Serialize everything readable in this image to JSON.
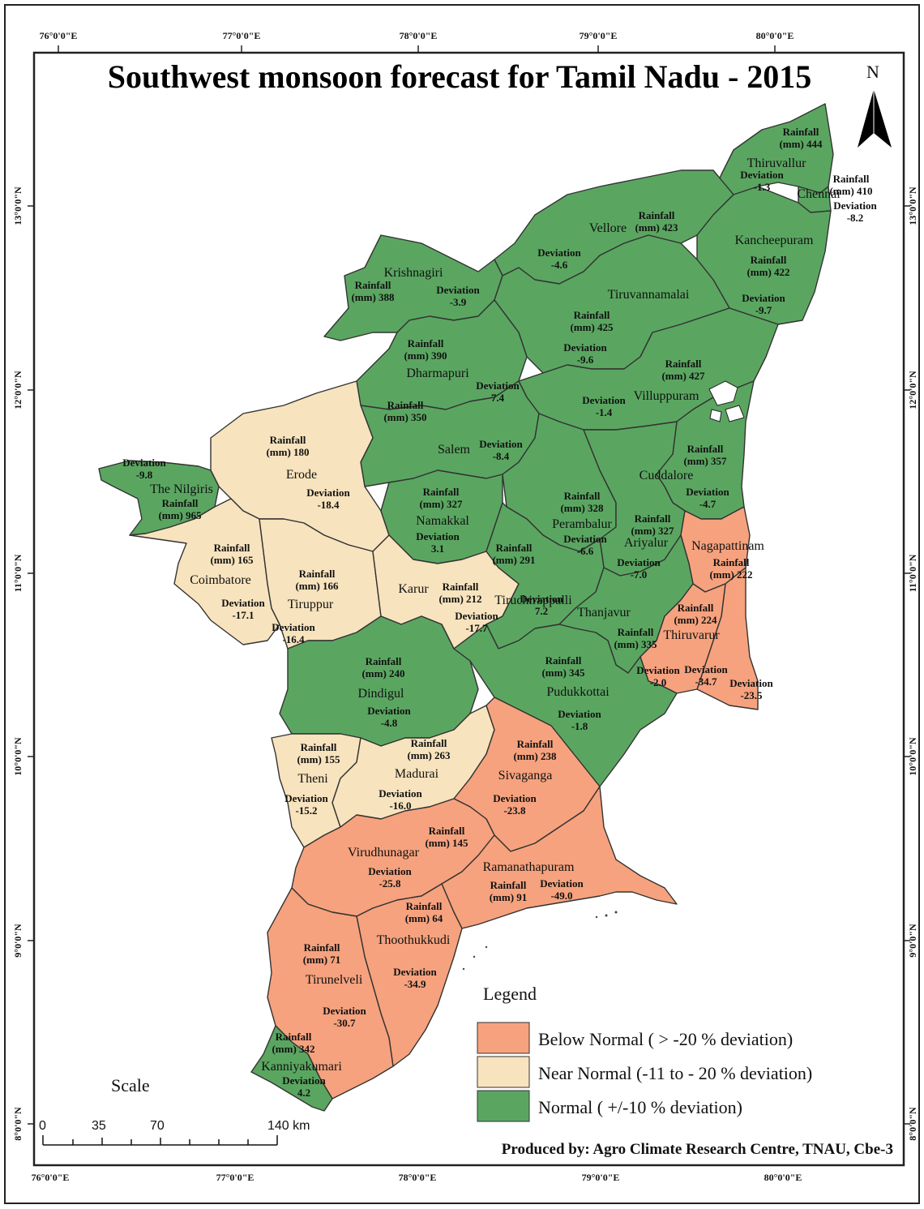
{
  "title": "Southwest monsoon forecast for Tamil Nadu - 2015",
  "north_label": "N",
  "colors": {
    "below": "#f6a27e",
    "near": "#f7e3bd",
    "normal": "#5aa661",
    "border": "#333333"
  },
  "graticule": {
    "lon_top": [
      "76°0'0\"E",
      "77°0'0\"E",
      "78°0'0\"E",
      "79°0'0\"E",
      "80°0'0\"E"
    ],
    "lon_bottom": [
      "76°0'0\"E",
      "77°0'0\"E",
      "78°0'0\"E",
      "79°0'0\"E",
      "80°0'0\"E"
    ],
    "lat": [
      "13°0'0\"N",
      "12°0'0\"N",
      "11°0'0\"N",
      "10°0'0\"N",
      "9°0'0\"N",
      "8°0'0\"N"
    ]
  },
  "districts": [
    {
      "name": "Thiruvallur",
      "rain": "444",
      "dev": "-1.3",
      "cat": "normal"
    },
    {
      "name": "Chennai",
      "rain": "410",
      "dev": "-8.2",
      "cat": "normal"
    },
    {
      "name": "Vellore",
      "rain": "423",
      "dev": "-4.6",
      "cat": "normal"
    },
    {
      "name": "Kancheepuram",
      "rain": "422",
      "dev": "-9.7",
      "cat": "normal"
    },
    {
      "name": "Krishnagiri",
      "rain": "388",
      "dev": "-3.9",
      "cat": "normal"
    },
    {
      "name": "Tiruvannamalai",
      "rain": "425",
      "dev": "-9.6",
      "cat": "normal"
    },
    {
      "name": "Dharmapuri",
      "rain": "390",
      "dev": "7.4",
      "cat": "normal"
    },
    {
      "name": "Villuppuram",
      "rain": "427",
      "dev": "-1.4",
      "cat": "normal"
    },
    {
      "name": "Salem",
      "rain": "350",
      "dev": "-8.4",
      "cat": "normal"
    },
    {
      "name": "Erode",
      "rain": "180",
      "dev": "-18.4",
      "cat": "near"
    },
    {
      "name": "The Nilgiris",
      "rain": "965",
      "dev": "-9.8",
      "cat": "normal"
    },
    {
      "name": "Cuddalore",
      "rain": "357",
      "dev": "-4.7",
      "cat": "normal"
    },
    {
      "name": "Namakkal",
      "rain": "327",
      "dev": "3.1",
      "cat": "normal"
    },
    {
      "name": "Perambalur",
      "rain": "328",
      "dev": "-6.6",
      "cat": "normal"
    },
    {
      "name": "Ariyalur",
      "rain": "327",
      "dev": "-7.0",
      "cat": "normal"
    },
    {
      "name": "Nagapattinam",
      "rain": "222",
      "dev": "-23.5",
      "cat": "below"
    },
    {
      "name": "Coimbatore",
      "rain": "165",
      "dev": "-17.1",
      "cat": "near"
    },
    {
      "name": "Tiruppur",
      "rain": "166",
      "dev": "-16.4",
      "cat": "near"
    },
    {
      "name": "Karur",
      "rain": "212",
      "dev": "-17.7",
      "cat": "near"
    },
    {
      "name": "Tiruchirappalli",
      "rain": "291",
      "dev": "7.2",
      "cat": "normal"
    },
    {
      "name": "Thanjavur",
      "rain": "335",
      "dev": "-2.0",
      "cat": "normal"
    },
    {
      "name": "Thiruvarur",
      "rain": "224",
      "dev": "-34.7",
      "cat": "below"
    },
    {
      "name": "Dindigul",
      "rain": "240",
      "dev": "-4.8",
      "cat": "normal"
    },
    {
      "name": "Pudukkottai",
      "rain": "345",
      "dev": "-1.8",
      "cat": "normal"
    },
    {
      "name": "Theni",
      "rain": "155",
      "dev": "-15.2",
      "cat": "near"
    },
    {
      "name": "Madurai",
      "rain": "263",
      "dev": "-16.0",
      "cat": "near"
    },
    {
      "name": "Sivaganga",
      "rain": "238",
      "dev": "-23.8",
      "cat": "below"
    },
    {
      "name": "Virudhunagar",
      "rain": "145",
      "dev": "-25.8",
      "cat": "below"
    },
    {
      "name": "Ramanathapuram",
      "rain": "91",
      "dev": "-49.0",
      "cat": "below"
    },
    {
      "name": "Thoothukkudi",
      "rain": "64",
      "dev": "-34.9",
      "cat": "below"
    },
    {
      "name": "Tirunelveli",
      "rain": "71",
      "dev": "-30.7",
      "cat": "below"
    },
    {
      "name": "Kanniyakumari",
      "rain": "342",
      "dev": "4.2",
      "cat": "normal"
    }
  ],
  "labels": {
    "rainfall_word": "Rainfall",
    "mm_prefix": "(mm)",
    "deviation_word": "Deviation"
  },
  "legend": {
    "title": "Legend",
    "items": [
      {
        "label": "Below Normal ( > -20 % deviation)",
        "cat": "below"
      },
      {
        "label": "Near Normal (-11 to - 20 % deviation)",
        "cat": "near"
      },
      {
        "label": "Normal ( +/-10 % deviation)",
        "cat": "normal"
      }
    ]
  },
  "scale": {
    "title": "Scale",
    "ticks": [
      "0",
      "35",
      "70",
      "140 km"
    ]
  },
  "credit": "Produced by: Agro Climate Research Centre, TNAU, Cbe-3"
}
